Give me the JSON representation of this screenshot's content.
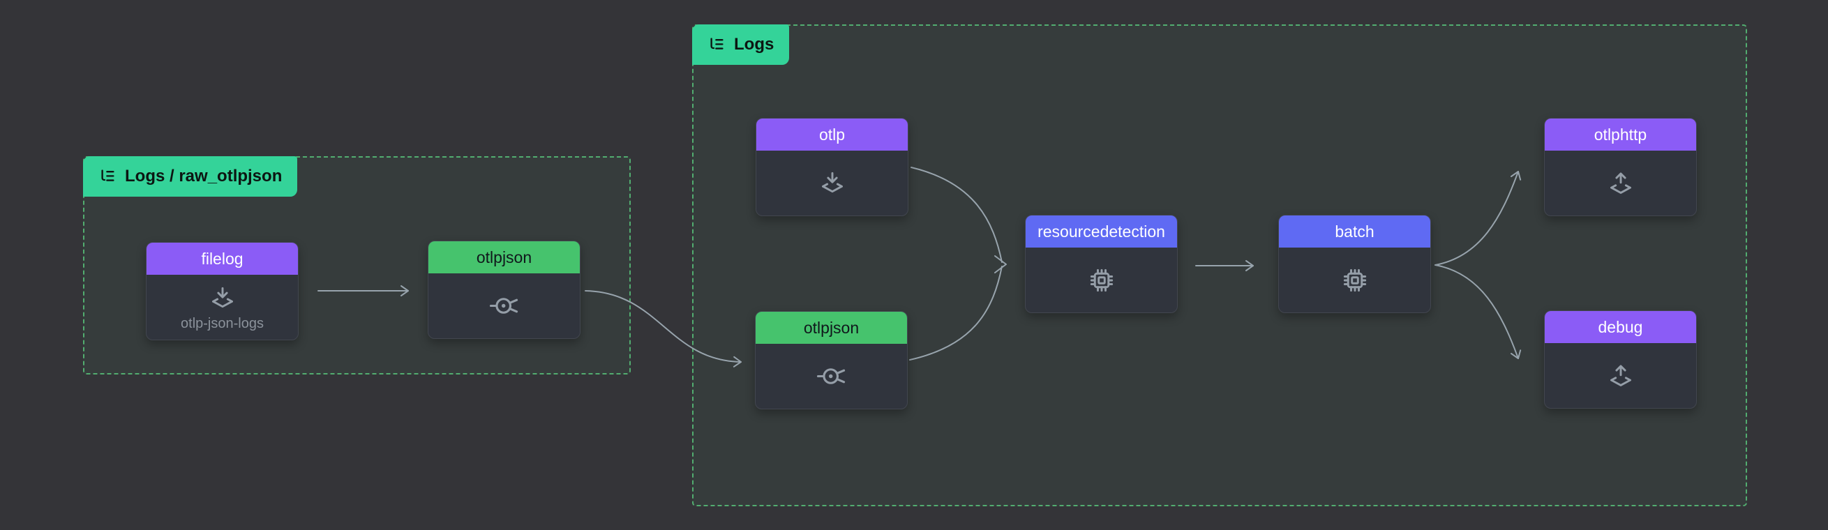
{
  "colors": {
    "canvas_bg": "#343438",
    "group_border": "#52ad70",
    "group_bg_tint": "rgba(106,220,140,0.05)",
    "group_tab_bg": "#34d399",
    "group_tab_text": "#0c1612",
    "node_body_bg": "#30343d",
    "node_border": "#42464f",
    "node_subtitle": "#8b929b",
    "edge_stroke": "#98a4ad",
    "icon_color": "#959ea8",
    "receiver_header": "#8b5cf6",
    "processor_header": "#5f6af3",
    "connector_header": "#46c36d",
    "exporter_header": "#8b5cf6"
  },
  "groups": [
    {
      "label": "Logs / raw_otlpjson"
    },
    {
      "label": "Logs"
    }
  ],
  "nodes": [
    {
      "label": "filelog",
      "sublabel": "otlp-json-logs",
      "type": "receiver",
      "header_color": "#8b5cf6",
      "title_color": "#ffffff"
    },
    {
      "label": "otlpjson",
      "type": "connector",
      "header_color": "#46c36d",
      "title_color": "#10181c"
    },
    {
      "label": "otlp",
      "type": "receiver",
      "header_color": "#8b5cf6",
      "title_color": "#ffffff"
    },
    {
      "label": "otlpjson",
      "type": "connector",
      "header_color": "#46c36d",
      "title_color": "#10181c"
    },
    {
      "label": "resourcedetection",
      "type": "processor",
      "header_color": "#5f6af3",
      "title_color": "#ffffff"
    },
    {
      "label": "batch",
      "type": "processor",
      "header_color": "#5f6af3",
      "title_color": "#ffffff"
    },
    {
      "label": "otlphttp",
      "type": "exporter",
      "header_color": "#8b5cf6",
      "title_color": "#ffffff"
    },
    {
      "label": "debug",
      "type": "exporter",
      "header_color": "#8b5cf6",
      "title_color": "#ffffff"
    }
  ]
}
